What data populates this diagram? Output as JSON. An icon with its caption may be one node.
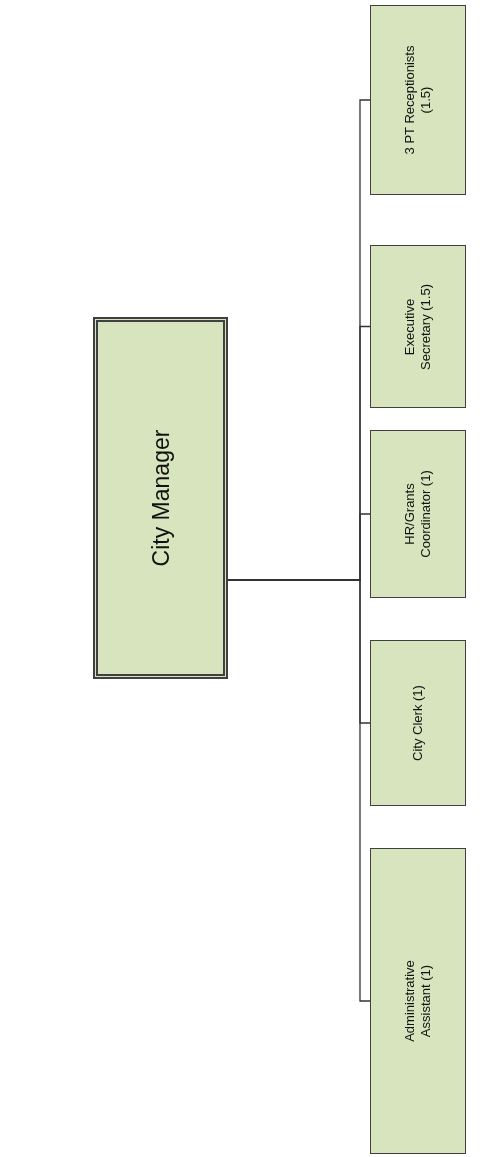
{
  "diagram": {
    "nodes": [
      {
        "text": [
          "City Manager"
        ]
      },
      {
        "text": [
          "Administrative Assistant (1)"
        ]
      },
      {
        "text": [
          "City Clerk (1)"
        ]
      },
      {
        "text": [
          "HR/Grants Coordinator (1)"
        ]
      },
      {
        "text": [
          "Executive Secretary (1.5)"
        ]
      },
      {
        "text": [
          "3 PT Receptionists (1.5)"
        ]
      }
    ],
    "edges": [
      {
        "from": 0,
        "to": 1,
        "arrow": "none"
      },
      {
        "from": 0,
        "to": 2,
        "arrow": "none"
      },
      {
        "from": 0,
        "to": 3,
        "arrow": "none"
      },
      {
        "from": 0,
        "to": 4,
        "arrow": "none"
      },
      {
        "from": 0,
        "to": 5,
        "arrow": "none"
      }
    ]
  }
}
